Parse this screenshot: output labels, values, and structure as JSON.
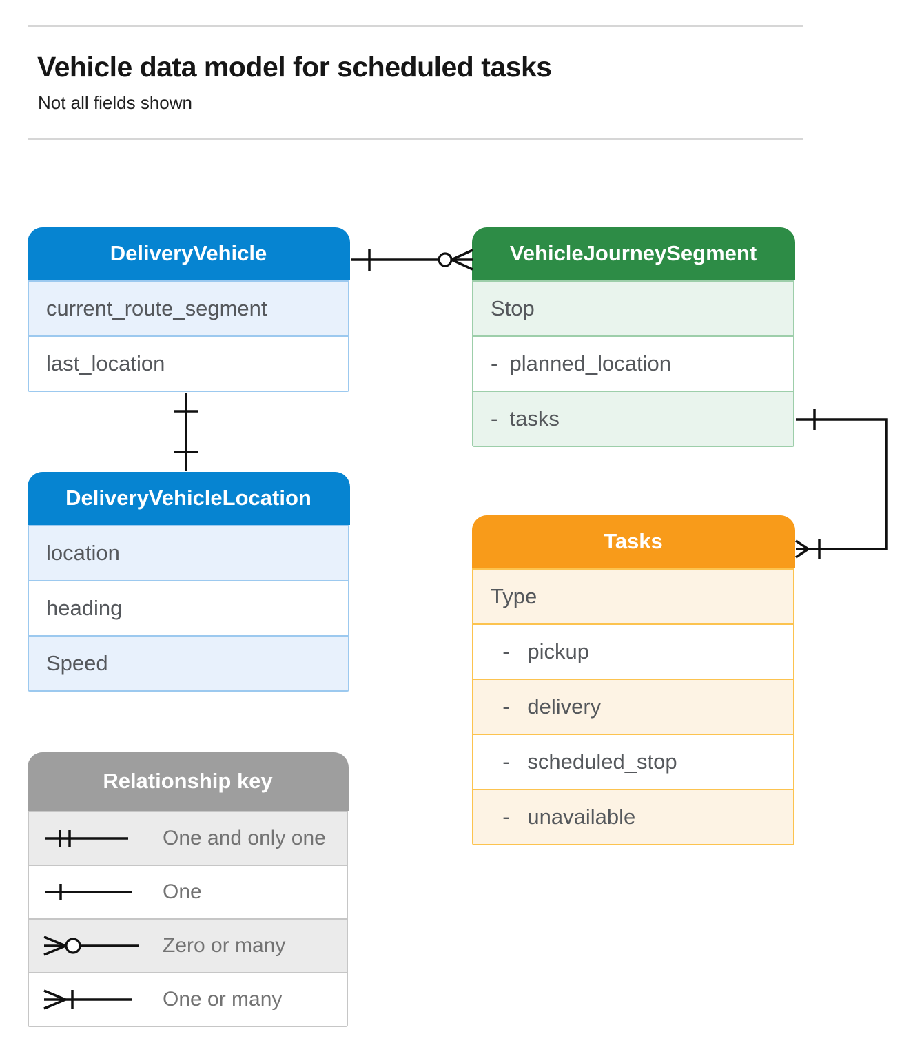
{
  "page": {
    "title": "Vehicle data model for scheduled tasks",
    "subtitle": "Not all fields shown"
  },
  "entities": {
    "delivery_vehicle": {
      "title": "DeliveryVehicle",
      "fields": [
        "current_route_segment",
        "last_location"
      ],
      "colors": {
        "header": "#0684d1",
        "row": "#e8f1fc",
        "border": "#9cc9ef"
      }
    },
    "vehicle_journey_segment": {
      "title": "VehicleJourneySegment",
      "fields": [
        "Stop",
        "-  planned_location",
        "-  tasks"
      ],
      "colors": {
        "header": "#2d8c46",
        "row": "#e9f4ed",
        "border": "#9dceaa"
      }
    },
    "delivery_vehicle_location": {
      "title": "DeliveryVehicleLocation",
      "fields": [
        "location",
        "heading",
        "Speed"
      ],
      "colors": {
        "header": "#0684d1",
        "row": "#e8f1fc",
        "border": "#9cc9ef"
      }
    },
    "tasks": {
      "title": "Tasks",
      "fields": [
        "Type",
        "  -   pickup",
        "  -   delivery",
        "  -   scheduled_stop",
        "  -   unavailable"
      ],
      "colors": {
        "header": "#f89b1a",
        "row": "#fdf3e4",
        "border": "#fcc34f"
      }
    }
  },
  "relationships": [
    {
      "from": "DeliveryVehicle",
      "to": "VehicleJourneySegment",
      "from_cardinality": "one",
      "to_cardinality": "zero or many"
    },
    {
      "from": "DeliveryVehicle",
      "to": "DeliveryVehicleLocation",
      "from_cardinality": "one",
      "to_cardinality": "one"
    },
    {
      "from": "VehicleJourneySegment.tasks",
      "to": "Tasks",
      "from_cardinality": "one",
      "to_cardinality": "one or many"
    }
  ],
  "legend": {
    "title": "Relationship key",
    "items": [
      {
        "symbol": "one-and-only-one",
        "label": "One and only one"
      },
      {
        "symbol": "one",
        "label": "One"
      },
      {
        "symbol": "zero-or-many",
        "label": "Zero or many"
      },
      {
        "symbol": "one-or-many",
        "label": "One or many"
      }
    ],
    "colors": {
      "header": "#9e9e9e",
      "row": "#ebebeb",
      "border": "#c6c6c6"
    }
  }
}
